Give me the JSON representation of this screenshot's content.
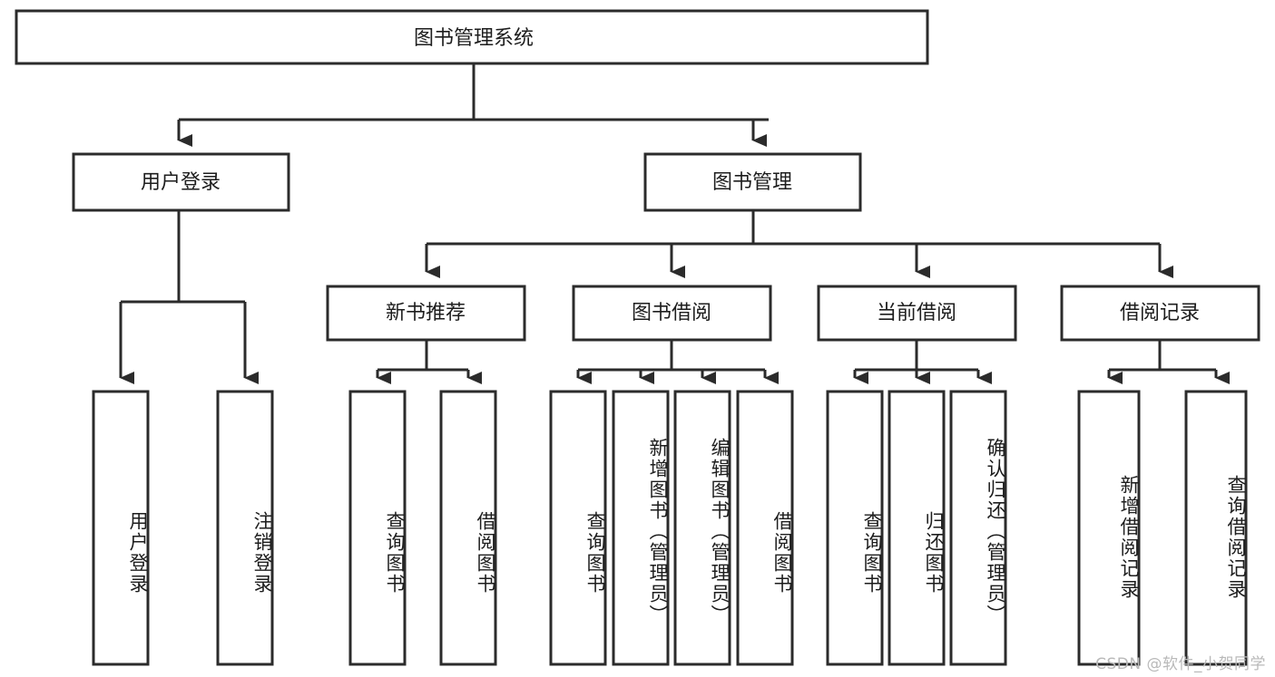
{
  "diagram": {
    "title": "图书管理系统",
    "type": "tree-hierarchy-chart",
    "root": {
      "label": "图书管理系统"
    },
    "level2": [
      {
        "id": "user-login",
        "label": "用户登录"
      },
      {
        "id": "book-management",
        "label": "图书管理"
      }
    ],
    "level3": [
      {
        "id": "new-book-recommend",
        "label": "新书推荐",
        "parent": "book-management"
      },
      {
        "id": "book-borrow",
        "label": "图书借阅",
        "parent": "book-management"
      },
      {
        "id": "current-borrow",
        "label": "当前借阅",
        "parent": "book-management"
      },
      {
        "id": "borrow-record",
        "label": "借阅记录",
        "parent": "book-management"
      }
    ],
    "leaves": {
      "user-login": [
        {
          "id": "leaf-user-login",
          "label": "用户登录"
        },
        {
          "id": "leaf-user-logout",
          "label": "注销登录"
        }
      ],
      "new-book-recommend": [
        {
          "id": "leaf-query-book-1",
          "label": "查询图书"
        },
        {
          "id": "leaf-borrow-book-1",
          "label": "借阅图书"
        }
      ],
      "book-borrow": [
        {
          "id": "leaf-query-book-2",
          "label": "查询图书"
        },
        {
          "id": "leaf-add-book",
          "label": "新增图书（管理员）"
        },
        {
          "id": "leaf-edit-book",
          "label": "编辑图书（管理员）"
        },
        {
          "id": "leaf-borrow-book-2",
          "label": "借阅图书"
        }
      ],
      "current-borrow": [
        {
          "id": "leaf-query-book-3",
          "label": "查询图书"
        },
        {
          "id": "leaf-return-book",
          "label": "归还图书"
        },
        {
          "id": "leaf-confirm-return",
          "label": "确认归还（管理员）"
        }
      ],
      "borrow-record": [
        {
          "id": "leaf-add-record",
          "label": "新增借阅记录"
        },
        {
          "id": "leaf-query-record",
          "label": "查询借阅记录"
        }
      ]
    },
    "colors": {
      "stroke": "#2b2b2b",
      "fill": "#ffffff",
      "text": "#1d1d1d",
      "watermark": "#b9b9b9"
    }
  },
  "watermark": {
    "text": "CSDN @软件_小贺同学"
  }
}
